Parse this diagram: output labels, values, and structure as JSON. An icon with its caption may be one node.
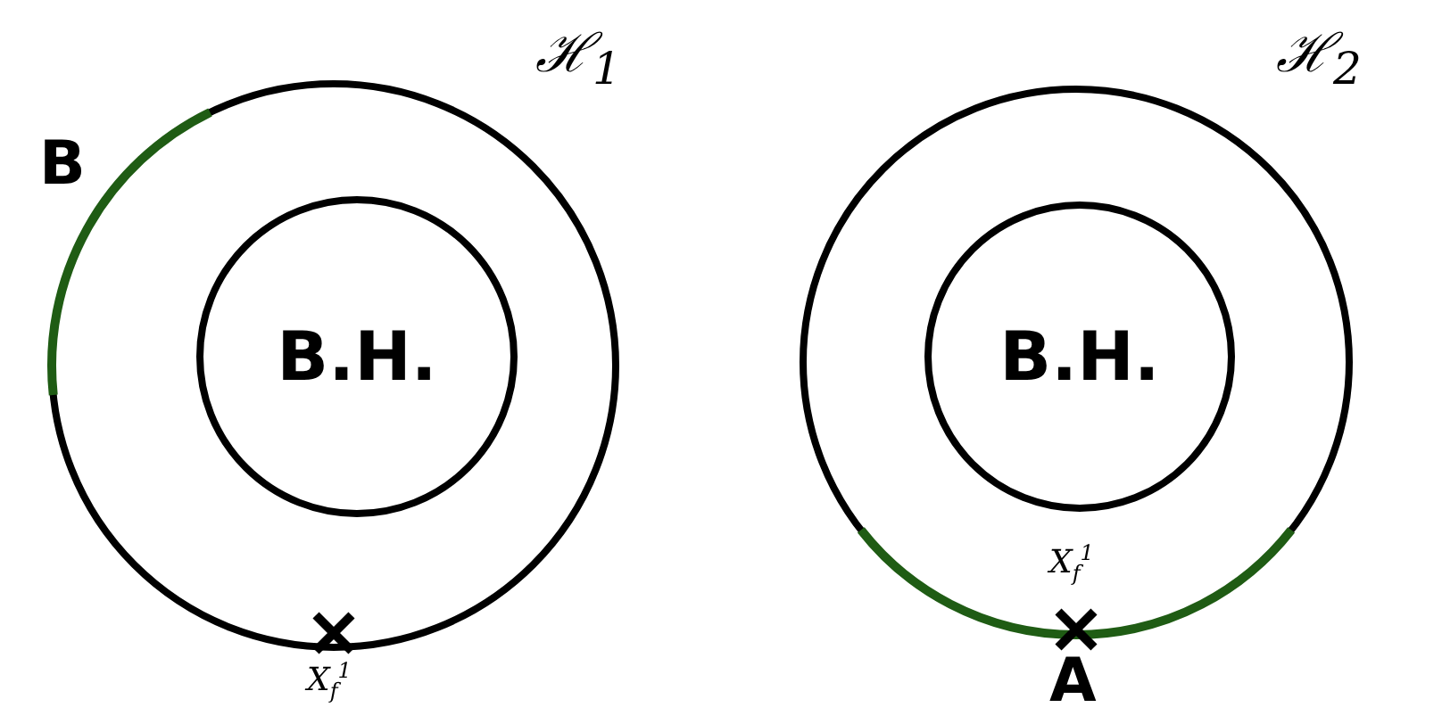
{
  "diagram": {
    "nodes": [
      {
        "text": [],
        "shape": "circle",
        "beside": [
          "ℋ$_{1}$"
        ]
      },
      {
        "text": [
          "B.H."
        ],
        "in": 0
      },
      {
        "text": [],
        "shape": "circle",
        "beside": [
          "ℋ$_{2}$"
        ]
      },
      {
        "text": [
          "B.H."
        ],
        "in": 2
      }
    ],
    "labels": [
      "B",
      "X$_{f}$$^{1}$",
      "X$_{f}$$^{1}$",
      "A"
    ]
  }
}
